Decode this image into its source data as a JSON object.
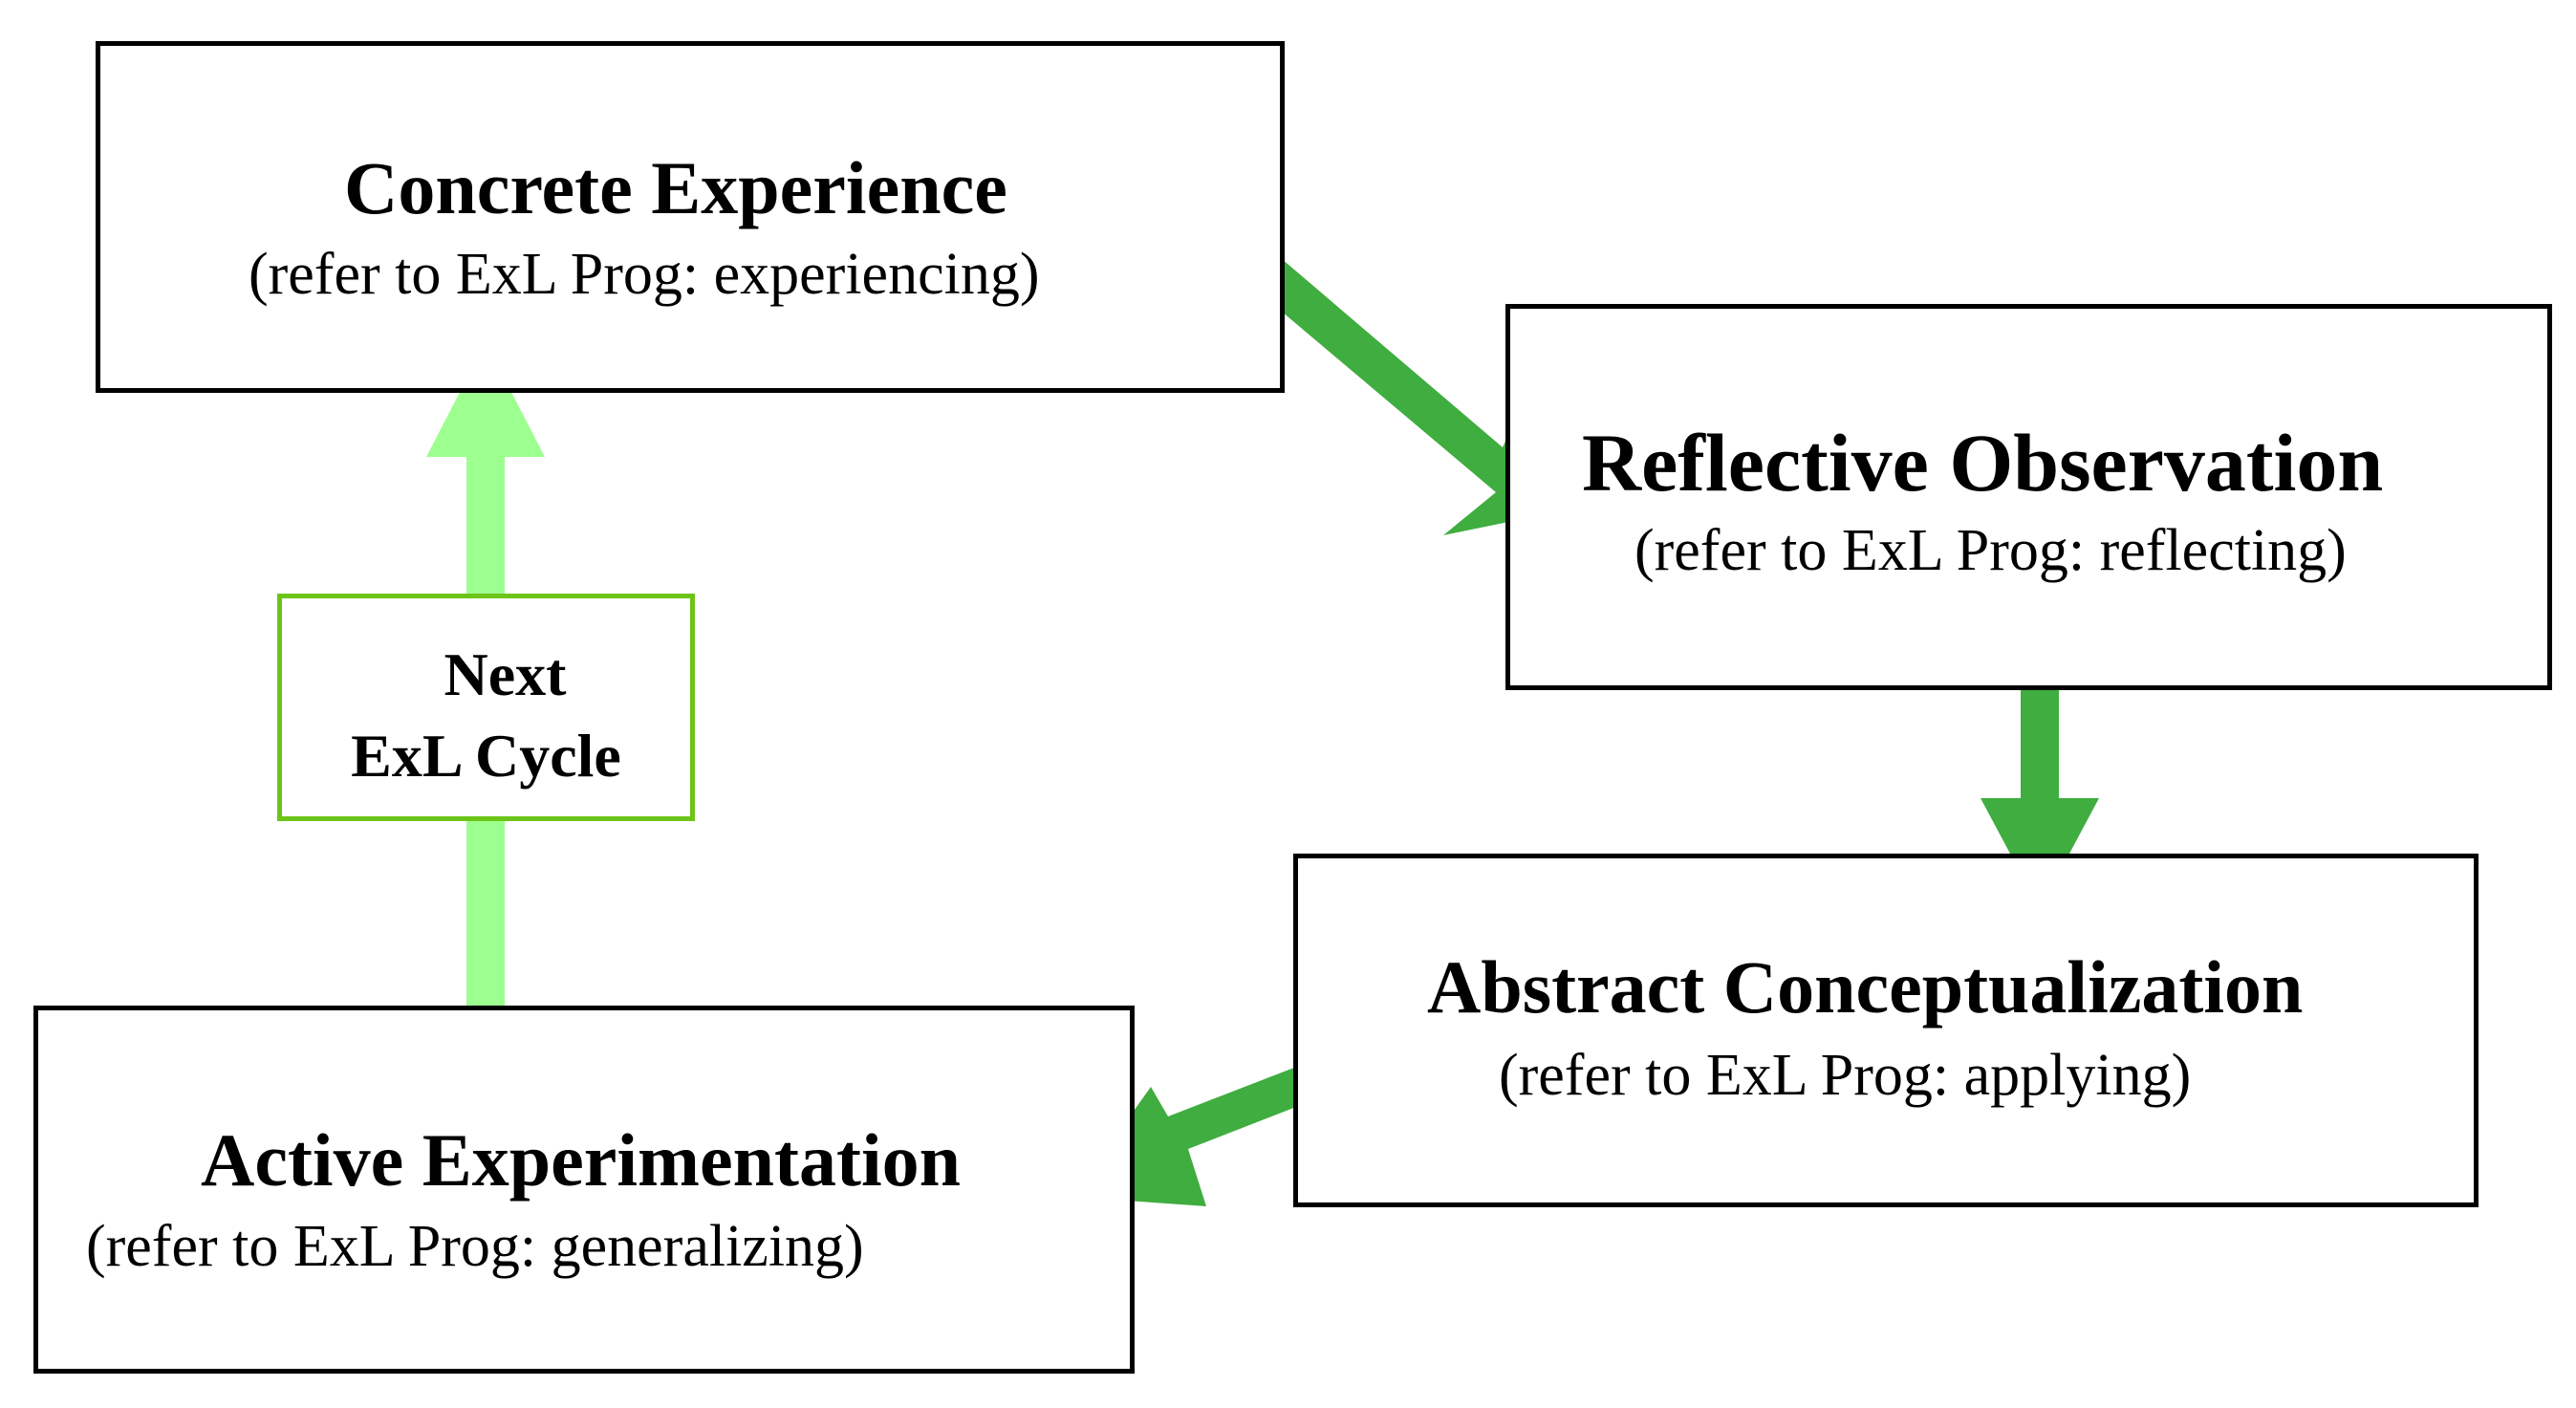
{
  "boxes": {
    "concrete_experience": {
      "title": "Concrete Experience",
      "subtitle": "(refer to ExL Prog: experiencing)"
    },
    "reflective_observation": {
      "title": "Reflective Observation",
      "subtitle": "(refer to ExL Prog: reflecting)"
    },
    "abstract_conceptualization": {
      "title": "Abstract Conceptualization",
      "subtitle": "(refer to ExL Prog: applying)"
    },
    "active_experimentation": {
      "title": "Active Experimentation",
      "subtitle": "(refer to ExL Prog: generalizing)"
    },
    "next_cycle": {
      "line1": "Next",
      "line2": "ExL Cycle"
    }
  },
  "colors": {
    "cycle_arrow": "#3fad3f",
    "next_cycle_arrow": "#9dff8f",
    "next_cycle_border": "#6cc417",
    "box_border": "#000000"
  },
  "arrows": [
    {
      "from": "Concrete Experience",
      "to": "Reflective Observation"
    },
    {
      "from": "Reflective Observation",
      "to": "Abstract Conceptualization"
    },
    {
      "from": "Abstract Conceptualization",
      "to": "Active Experimentation"
    },
    {
      "from": "Active Experimentation",
      "to": "Concrete Experience",
      "via": "Next ExL Cycle"
    }
  ]
}
